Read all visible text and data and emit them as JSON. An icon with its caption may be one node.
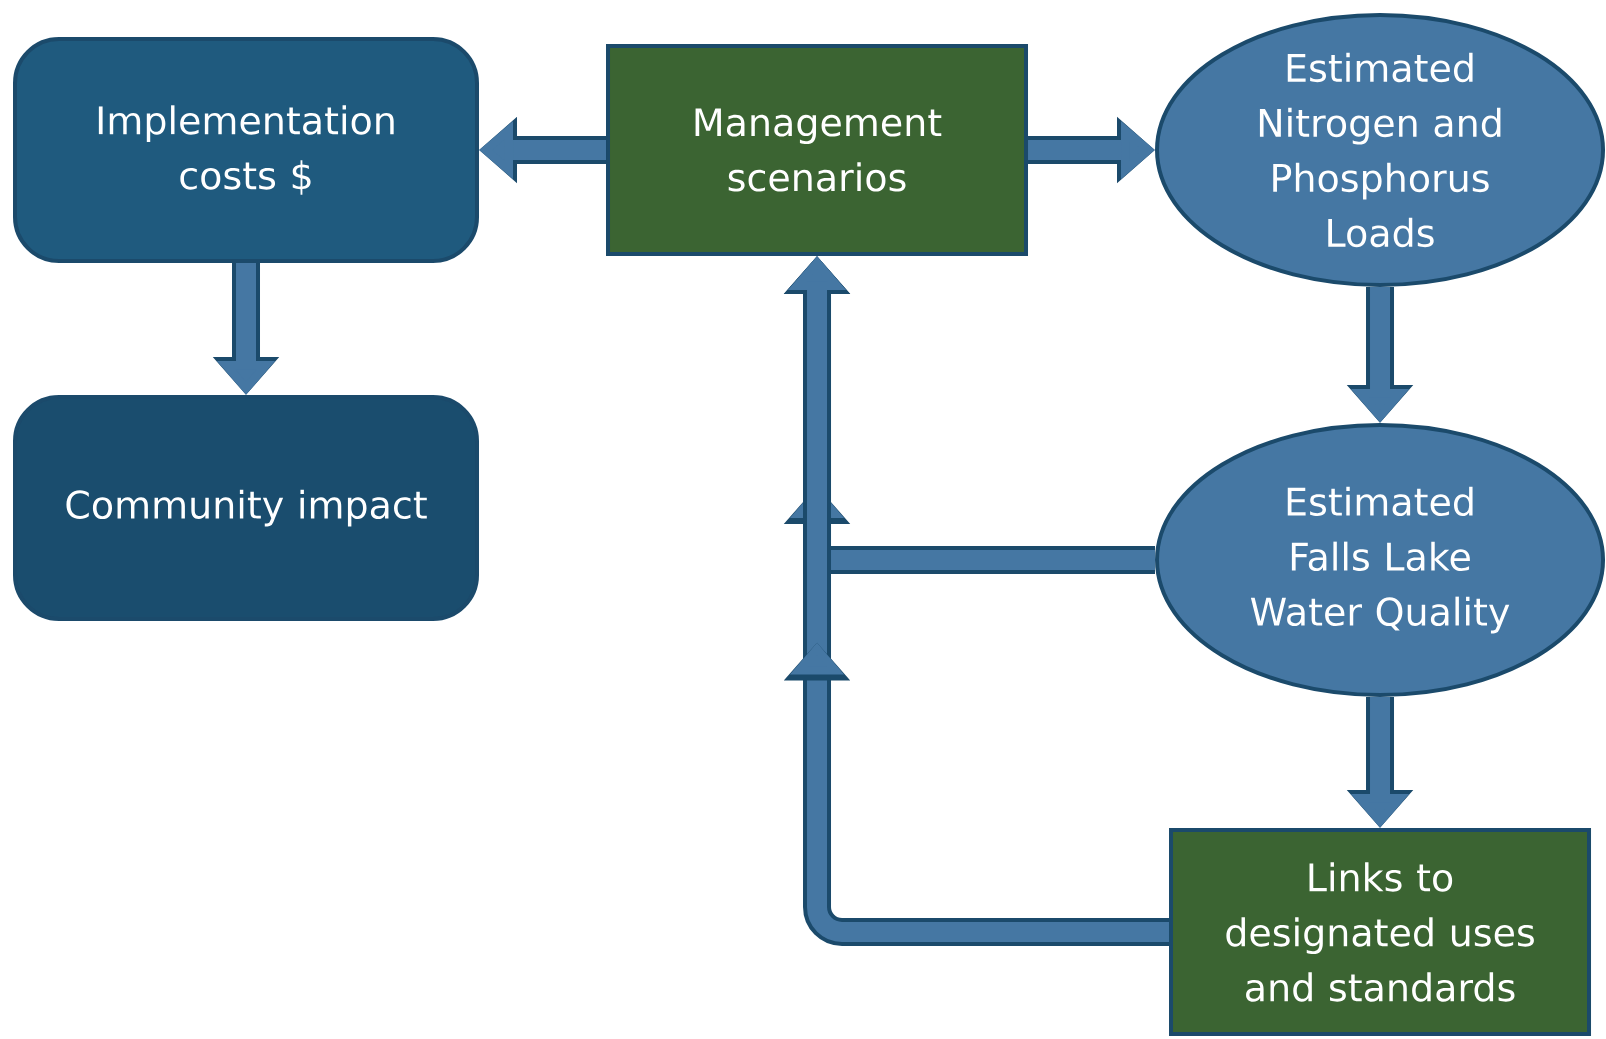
{
  "diagram": {
    "nodes": [
      {
        "text": [
          "Implementation costs $"
        ]
      },
      {
        "text": [
          "Management scenarios"
        ]
      },
      {
        "text": [
          "Estimated Nitrogen and Phosphorus Loads"
        ]
      },
      {
        "text": [
          "Community impact"
        ]
      },
      {
        "text": [
          "Estimated Falls Lake Water Quality"
        ]
      },
      {
        "text": [
          "Links to designated uses and standards"
        ]
      }
    ],
    "edges": [
      {
        "from": 1,
        "to": 0,
        "arrow": "to"
      },
      {
        "from": 1,
        "to": 2,
        "arrow": "to"
      },
      {
        "from": 0,
        "to": 3,
        "arrow": "to"
      },
      {
        "from": 2,
        "to": 4,
        "arrow": "to"
      },
      {
        "from": 4,
        "to": 5,
        "arrow": "to"
      },
      {
        "from": 4,
        "to": 1,
        "arrow": "to"
      },
      {
        "from": 5,
        "to": 1,
        "arrow": "to"
      }
    ]
  }
}
